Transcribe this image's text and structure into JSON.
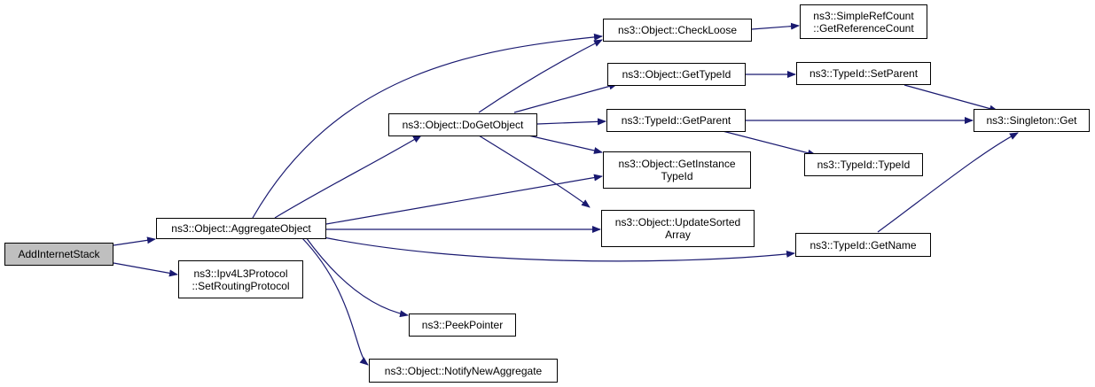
{
  "colors": {
    "edge": "#191970",
    "root_fill": "#bfbfbf",
    "node_fill": "#ffffff",
    "border": "#000000"
  },
  "nodes": {
    "add_internet_stack": {
      "lines": [
        "AddInternetStack"
      ]
    },
    "aggregate_object": {
      "lines": [
        "ns3::Object::AggregateObject"
      ]
    },
    "set_routing_protocol": {
      "lines": [
        "ns3::Ipv4L3Protocol",
        "::SetRoutingProtocol"
      ]
    },
    "do_get_object": {
      "lines": [
        "ns3::Object::DoGetObject"
      ]
    },
    "peek_pointer": {
      "lines": [
        "ns3::PeekPointer"
      ]
    },
    "notify_new_aggregate": {
      "lines": [
        "ns3::Object::NotifyNewAggregate"
      ]
    },
    "check_loose": {
      "lines": [
        "ns3::Object::CheckLoose"
      ]
    },
    "get_type_id": {
      "lines": [
        "ns3::Object::GetTypeId"
      ]
    },
    "typeid_get_parent": {
      "lines": [
        "ns3::TypeId::GetParent"
      ]
    },
    "get_instance_type_id": {
      "lines": [
        "ns3::Object::GetInstance",
        "TypeId"
      ]
    },
    "update_sorted_array": {
      "lines": [
        "ns3::Object::UpdateSorted",
        "Array"
      ]
    },
    "get_reference_count": {
      "lines": [
        "ns3::SimpleRefCount",
        "::GetReferenceCount"
      ]
    },
    "typeid_set_parent": {
      "lines": [
        "ns3::TypeId::SetParent"
      ]
    },
    "typeid_typeid": {
      "lines": [
        "ns3::TypeId::TypeId"
      ]
    },
    "typeid_get_name": {
      "lines": [
        "ns3::TypeId::GetName"
      ]
    },
    "singleton_get": {
      "lines": [
        "ns3::Singleton::Get"
      ]
    }
  }
}
